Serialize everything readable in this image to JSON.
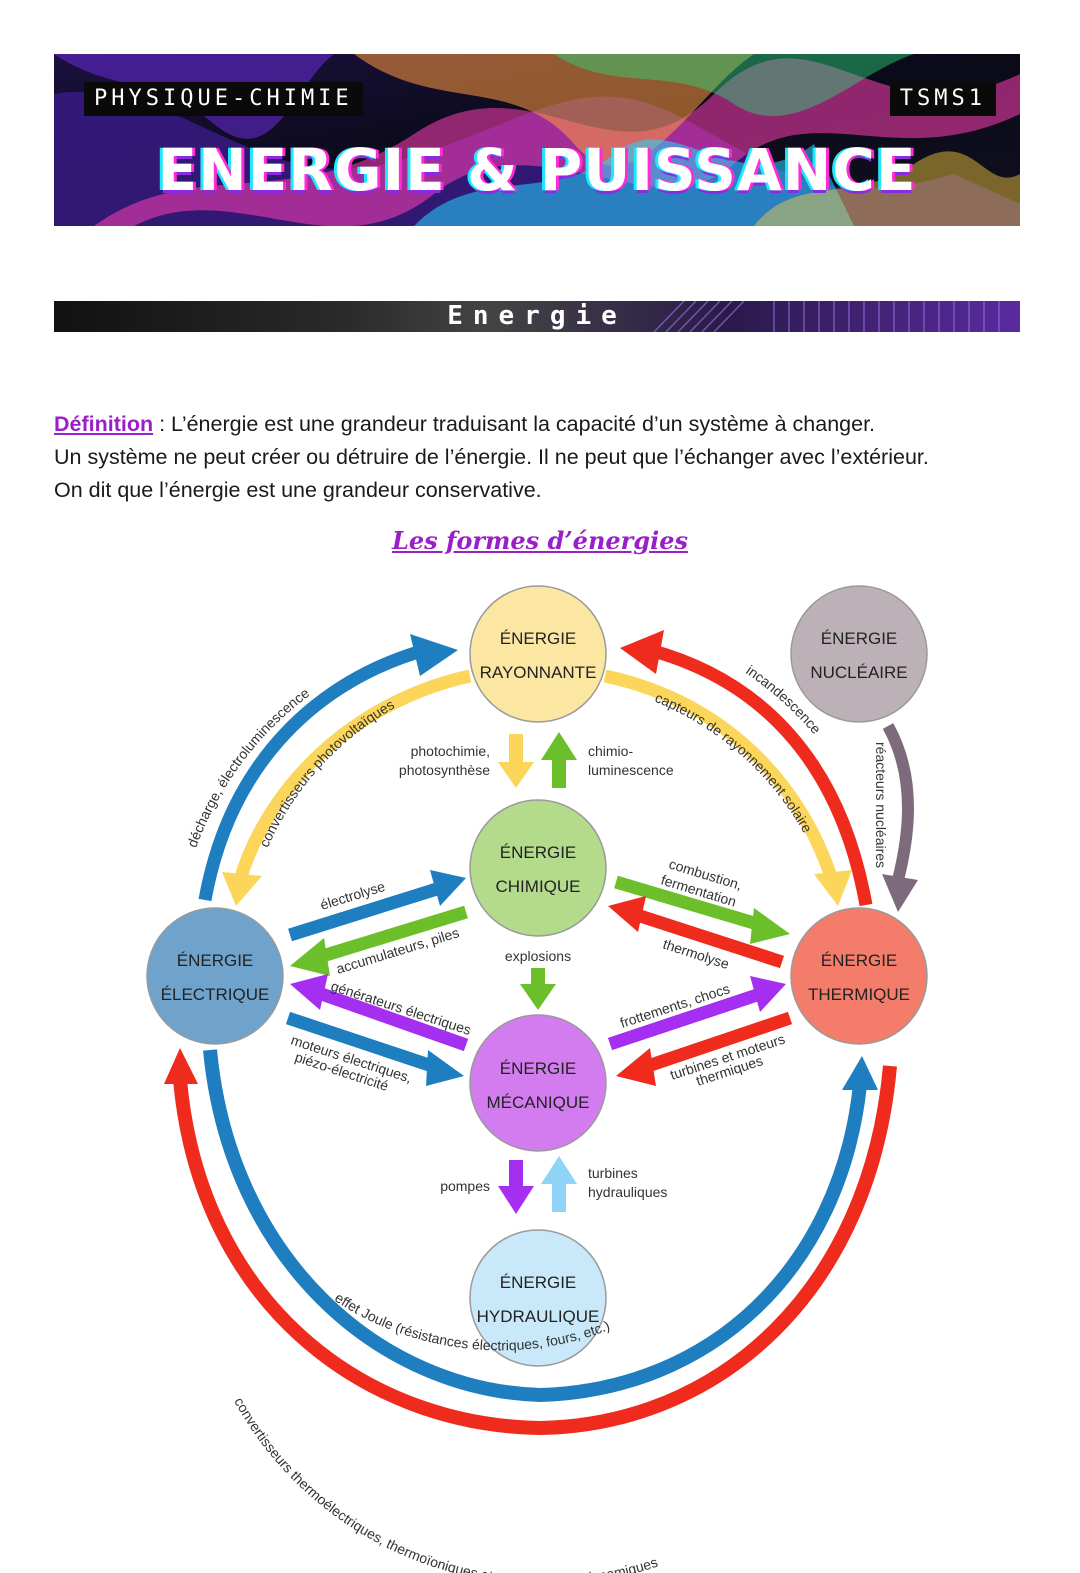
{
  "banner": {
    "subject": "PHYSIQUE-CHIMIE",
    "class_code": "TSMS1",
    "title": "ENERGIE & PUISSANCE"
  },
  "section": {
    "title": "Energie"
  },
  "definition": {
    "label": "Définition",
    "line1": " : L’énergie est une grandeur traduisant la capacité d’un système à changer.",
    "line2": "Un système ne peut créer ou détruire de l’énergie. Il ne peut que l’échanger avec l’extérieur.",
    "line3": "On dit que l’énergie est une grandeur conservative."
  },
  "diagram": {
    "title": "Les formes d’énergies",
    "nodes": {
      "rayonnante": {
        "line1": "ÉNERGIE",
        "line2": "RAYONNANTE",
        "color": "#fbe6a2"
      },
      "nucleaire": {
        "line1": "ÉNERGIE",
        "line2": "NUCLÉAIRE",
        "color": "#bdb1b8"
      },
      "chimique": {
        "line1": "ÉNERGIE",
        "line2": "CHIMIQUE",
        "color": "#b4da8c"
      },
      "electrique": {
        "line1": "ÉNERGIE",
        "line2": "ÉLECTRIQUE",
        "color": "#6fa3cc"
      },
      "thermique": {
        "line1": "ÉNERGIE",
        "line2": "THERMIQUE",
        "color": "#f47c6a"
      },
      "mecanique": {
        "line1": "ÉNERGIE",
        "line2": "MÉCANIQUE",
        "color": "#d27cf0"
      },
      "hydraulique": {
        "line1": "ÉNERGIE",
        "line2": "HYDRAULIQUE",
        "color": "#c9e8f9"
      }
    },
    "labels": {
      "photochimie_1": "photochimie,",
      "photochimie_2": "photosynthèse",
      "chimio_1": "chimio-",
      "chimio_2": "luminescence",
      "explosions": "explosions",
      "pompes": "pompes",
      "turbines_1": "turbines",
      "turbines_2": "hydrauliques",
      "electrolyse": "électrolyse",
      "accumulateurs": "accumulateurs, piles",
      "generateurs": "générateurs électriques",
      "moteurs_1": "moteurs électriques,",
      "moteurs_2": "piézo-électricité",
      "combustion_1": "combustion,",
      "combustion_2": "fermentation",
      "thermolyse": "thermolyse",
      "frottements": "frottements, chocs",
      "turbines_moteurs_1": "turbines et moteurs",
      "turbines_moteurs_2": "thermiques",
      "decharge": "décharge, électroluminescence",
      "convertisseurs_pv": "convertisseurs photovoltaïques",
      "capteurs": "capteurs de rayonnement solaire",
      "incandescence": "incandescence",
      "reacteurs": "réacteurs nucléaires",
      "effet_joule": "effet Joule (résistances électriques, fours, etc.)",
      "convertisseurs_thermo": "convertisseurs thermoélectriques, thermoïoniques et magnétohydrodynamiques"
    },
    "colors": {
      "blue": "#1f7ec0",
      "yellow": "#fbd65a",
      "red": "#ee2b1c",
      "green": "#6bbf2a",
      "purple": "#a52ff0",
      "grey": "#7d6a7c",
      "lightblue": "#8fd4f6"
    }
  }
}
